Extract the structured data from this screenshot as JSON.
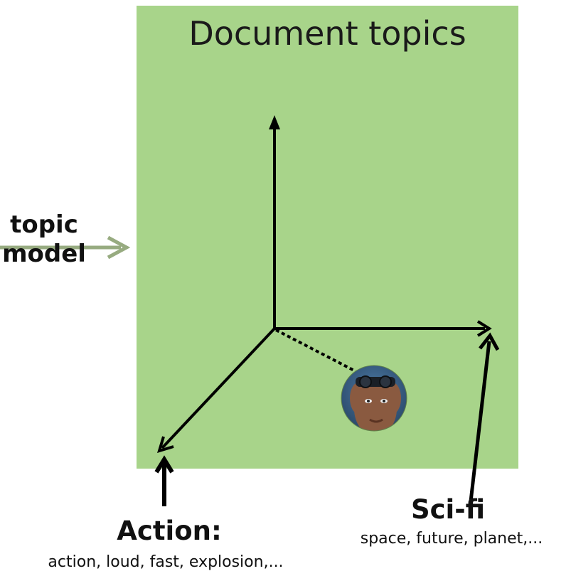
{
  "title": "Document topics",
  "input_label": {
    "line1": "topic",
    "line2": "model"
  },
  "topics": [
    {
      "name": "Action:",
      "words": "action, loud, fast, explosion,..."
    },
    {
      "name": "Sci-fi",
      "words": "space, future, planet,..."
    }
  ],
  "colors": {
    "panel": "#a8d48a",
    "input_arrow": "#97ab80",
    "axes": "#000000"
  },
  "icons": {
    "document_marker": "person-with-goggles-photo"
  }
}
